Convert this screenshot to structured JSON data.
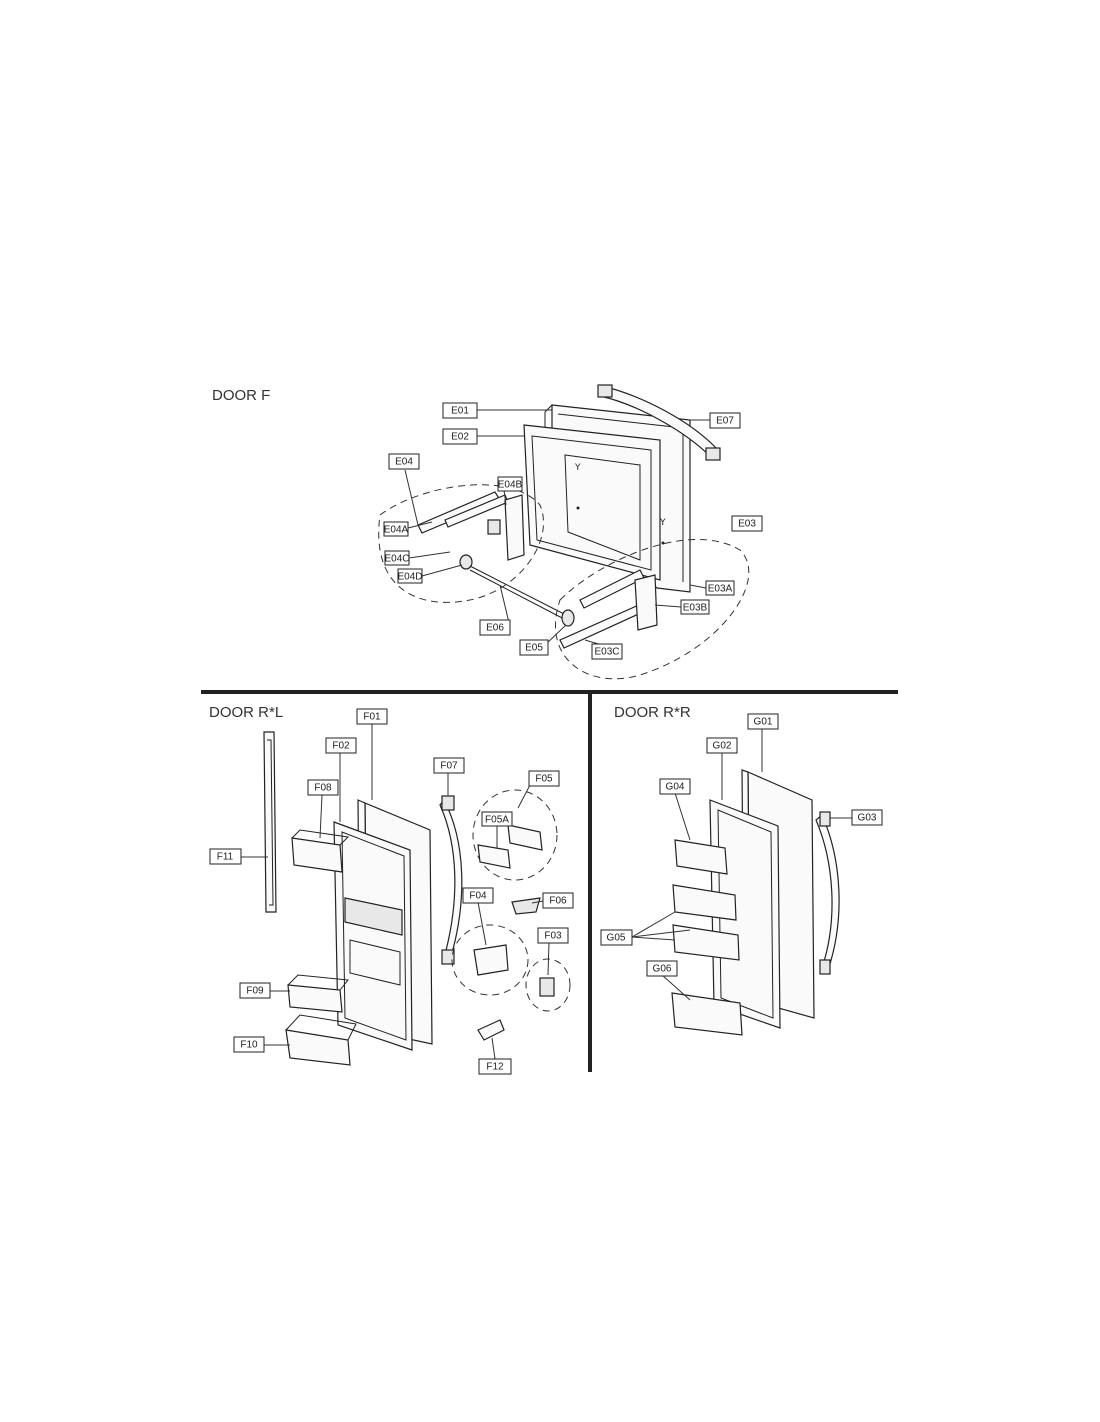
{
  "sections": {
    "door_f": "DOOR F",
    "door_rl": "DOOR R*L",
    "door_rr": "DOOR R*R"
  },
  "labels": {
    "E01": "E01",
    "E02": "E02",
    "E03": "E03",
    "E03A": "E03A",
    "E03B": "E03B",
    "E03C": "E03C",
    "E04": "E04",
    "E04A": "E04A",
    "E04B": "E04B",
    "E04C": "E04C",
    "E04D": "E04D",
    "E05": "E05",
    "E06": "E06",
    "E07": "E07",
    "F01": "F01",
    "F02": "F02",
    "F03": "F03",
    "F04": "F04",
    "F05": "F05",
    "F05A": "F05A",
    "F06": "F06",
    "F07": "F07",
    "F08": "F08",
    "F09": "F09",
    "F10": "F10",
    "F11": "F11",
    "F12": "F12",
    "G01": "G01",
    "G02": "G02",
    "G03": "G03",
    "G04": "G04",
    "G05": "G05",
    "G06": "G06"
  }
}
